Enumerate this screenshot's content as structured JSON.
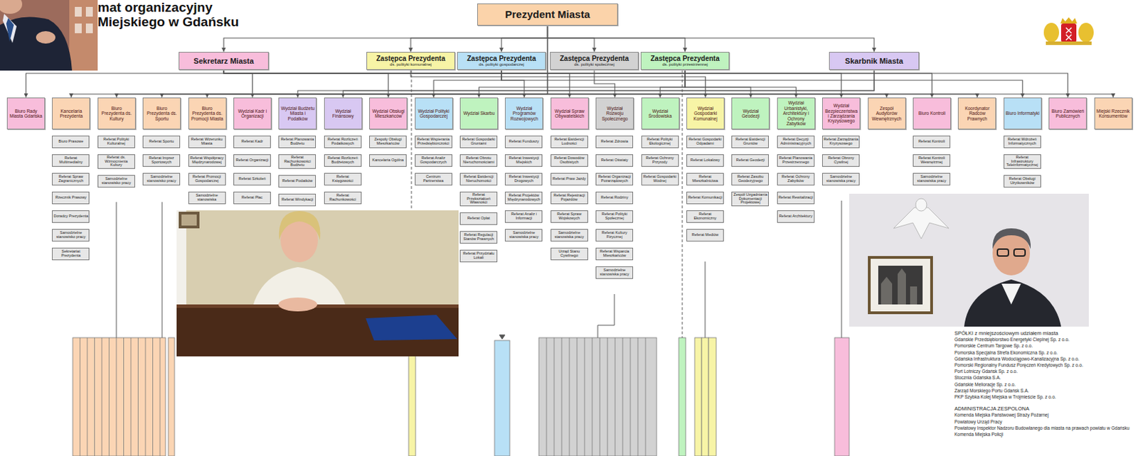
{
  "diagram": {
    "title": "mat organizacyjny Miejskiego w Gdańsku",
    "nodes": [
      {
        "text": [
          "Prezydent Miasta"
        ]
      },
      {
        "text": [
          "Sekretarz Miasta"
        ]
      },
      {
        "text": [
          "Zastępca Prezydenta",
          "ds. polityki komunalnej"
        ]
      },
      {
        "text": [
          "Zastępca Prezydenta",
          "ds. polityki gospodarczej"
        ]
      },
      {
        "text": [
          "Zastępca Prezydenta",
          "ds. polityki społecznej"
        ]
      },
      {
        "text": [
          "Zastępca Prezydenta",
          "ds. polityki przestrzennej"
        ]
      },
      {
        "text": [
          "Skarbnik Miasta"
        ]
      },
      {
        "text": [
          "Biuro Rady Miasta Gdańska"
        ]
      },
      {
        "text": [
          "Kancelaria Prezydenta"
        ]
      },
      {
        "text": [
          "Biuro Prezydenta ds. Kultury"
        ]
      },
      {
        "text": [
          "Biuro Prezydenta ds. Sportu"
        ]
      },
      {
        "text": [
          "Biuro Prezydenta ds. Promocji Miasta"
        ]
      },
      {
        "text": [
          "Wydział Kadr i Organizacji"
        ]
      },
      {
        "text": [
          "Wydział Budżetu Miasta i Podatków"
        ]
      },
      {
        "text": [
          "Wydział Finansowy"
        ]
      },
      {
        "text": [
          "Wydział Obsługi Mieszkańców"
        ]
      },
      {
        "text": [
          "Wydział Polityki Gospodarczej"
        ]
      },
      {
        "text": [
          "Wydział Skarbu"
        ]
      },
      {
        "text": [
          "Wydział Programów Rozwojowych"
        ]
      },
      {
        "text": [
          "Wydział Spraw Obywatelskich"
        ]
      },
      {
        "text": [
          "Wydział Rozwoju Społecznego"
        ]
      },
      {
        "text": [
          "Wydział Środowiska"
        ]
      },
      {
        "text": [
          "Wydział Gospodarki Komunalnej"
        ]
      },
      {
        "text": [
          "Wydział Geodezji"
        ]
      },
      {
        "text": [
          "Wydział Urbanistyki, Architektury i Ochrony Zabytków"
        ]
      },
      {
        "text": [
          "Wydział Bezpieczeństwa i Zarządzania Kryzysowego"
        ]
      },
      {
        "text": [
          "Zespół Audytorów Wewnętrznych"
        ]
      },
      {
        "text": [
          "Biuro Kontroli"
        ]
      },
      {
        "text": [
          "Koordynator Radców Prawnych"
        ]
      },
      {
        "text": [
          "Biuro Informatyki"
        ]
      },
      {
        "text": [
          "Biuro Zamówień Publicznych"
        ]
      },
      {
        "text": [
          "Miejski Rzecznik Konsumentów"
        ]
      },
      {
        "text": [
          "Biuro Prasowe"
        ]
      },
      {
        "text": [
          "Referat Multimedialny"
        ]
      },
      {
        "text": [
          "Referat Spraw Zagranicznych"
        ]
      },
      {
        "text": [
          "Rzecznik Prasowy"
        ]
      },
      {
        "text": [
          "Doradcy Prezydenta"
        ]
      },
      {
        "text": [
          "Samodzielne stanowisko pracy"
        ]
      },
      {
        "text": [
          "Sekretariat Prezydenta"
        ]
      },
      {
        "text": [
          "Referat Polityki Kulturalnej"
        ]
      },
      {
        "text": [
          "Referat ds. Wzmocnienia Kultury"
        ]
      },
      {
        "text": [
          "Samodzielne stanowisko pracy"
        ]
      },
      {
        "text": [
          "Referat Sportu"
        ]
      },
      {
        "text": [
          "Referat Imprez Sportowych"
        ]
      },
      {
        "text": [
          "Samodzielne stanowisko pracy"
        ]
      },
      {
        "text": [
          "Referat Wizerunku Miasta"
        ]
      },
      {
        "text": [
          "Referat Współpracy Międzynarodowej"
        ]
      },
      {
        "text": [
          "Referat Promocji Gospodarczej"
        ]
      },
      {
        "text": [
          "Samodzielne stanowiska"
        ]
      },
      {
        "text": [
          "Referat Kadr"
        ]
      },
      {
        "text": [
          "Referat Organizacji"
        ]
      },
      {
        "text": [
          "Referat Szkoleń"
        ]
      },
      {
        "text": [
          "Referat Płac"
        ]
      },
      {
        "text": [
          "Referat Planowania Budżetu"
        ]
      },
      {
        "text": [
          "Referat Rachunkowości Budżetu"
        ]
      },
      {
        "text": [
          "Referat Podatków"
        ]
      },
      {
        "text": [
          "Referat Windykacji"
        ]
      },
      {
        "text": [
          "Referat Rozliczeń Podatkowych"
        ]
      },
      {
        "text": [
          "Referat Rozliczeń Budżetowych"
        ]
      },
      {
        "text": [
          "Referat Księgowości"
        ]
      },
      {
        "text": [
          "Referat Rachunkowości"
        ]
      },
      {
        "text": [
          "Zespoły Obsługi Mieszkańców"
        ]
      },
      {
        "text": [
          "Kancelaria Ogólna"
        ]
      },
      {
        "text": [
          "Referat Wspierania Przedsiębiorczości"
        ]
      },
      {
        "text": [
          "Referat Analiz Gospodarczych"
        ]
      },
      {
        "text": [
          "Centrum Partnerstwa"
        ]
      },
      {
        "text": [
          "Referat Gospodarki Gruntami"
        ]
      },
      {
        "text": [
          "Referat Obrotu Nieruchomościami"
        ]
      },
      {
        "text": [
          "Referat Ewidencji Nieruchomości"
        ]
      },
      {
        "text": [
          "Referat Przekształceń Własności"
        ]
      },
      {
        "text": [
          "Referat Opłat"
        ]
      },
      {
        "text": [
          "Referat Regulacji Stanów Prawnych"
        ]
      },
      {
        "text": [
          "Referat Przydziału Lokali"
        ]
      },
      {
        "text": [
          "Referat Funduszy"
        ]
      },
      {
        "text": [
          "Referat Inwestycji Miejskich"
        ]
      },
      {
        "text": [
          "Referat Inwestycji Drogowych"
        ]
      },
      {
        "text": [
          "Referat Projektów Międzynarodowych"
        ]
      },
      {
        "text": [
          "Referat Analiz i Informacji"
        ]
      },
      {
        "text": [
          "Samodzielne stanowiska pracy"
        ]
      },
      {
        "text": [
          "Referat Ewidencji Ludności"
        ]
      },
      {
        "text": [
          "Referat Dowodów Osobistych"
        ]
      },
      {
        "text": [
          "Referat Praw Jazdy"
        ]
      },
      {
        "text": [
          "Referat Rejestracji Pojazdów"
        ]
      },
      {
        "text": [
          "Referat Spraw Wojskowych"
        ]
      },
      {
        "text": [
          "Samodzielne stanowiska pracy"
        ]
      },
      {
        "text": [
          "Urząd Stanu Cywilnego"
        ]
      },
      {
        "text": [
          "Referat Zdrowia"
        ]
      },
      {
        "text": [
          "Referat Oświaty"
        ]
      },
      {
        "text": [
          "Referat Organizacji Pozarządowych"
        ]
      },
      {
        "text": [
          "Referat Rodziny"
        ]
      },
      {
        "text": [
          "Referat Polityki Społecznej"
        ]
      },
      {
        "text": [
          "Referat Kultury Fizycznej"
        ]
      },
      {
        "text": [
          "Referat Wsparcia Mieszkańców"
        ]
      },
      {
        "text": [
          "Samodzielne stanowiska pracy"
        ]
      },
      {
        "text": [
          "Referat Polityki Ekologicznej"
        ]
      },
      {
        "text": [
          "Referat Ochrony Przyrody"
        ]
      },
      {
        "text": [
          "Referat Gospodarki Wodnej"
        ]
      },
      {
        "text": [
          "Referat Gospodarki Odpadami"
        ]
      },
      {
        "text": [
          "Referat Lokalowy"
        ]
      },
      {
        "text": [
          "Referat Mieszkalnictwa"
        ]
      },
      {
        "text": [
          "Referat Komunikacji"
        ]
      },
      {
        "text": [
          "Referat Ekonomiczny"
        ]
      },
      {
        "text": [
          "Referat Mediów"
        ]
      },
      {
        "text": [
          "Referat Ewidencji Gruntów"
        ]
      },
      {
        "text": [
          "Referat Geodezji"
        ]
      },
      {
        "text": [
          "Referat Zasobu Geodezyjnego"
        ]
      },
      {
        "text": [
          "Zespół Uzgadniania Dokumentacji Projektowej"
        ]
      },
      {
        "text": [
          "Referat Decyzji Administracyjnych"
        ]
      },
      {
        "text": [
          "Referat Planowania Przestrzennego"
        ]
      },
      {
        "text": [
          "Referat Ochrony Zabytków"
        ]
      },
      {
        "text": [
          "Referat Rewitalizacji"
        ]
      },
      {
        "text": [
          "Referat Architektury"
        ]
      },
      {
        "text": [
          "Referat Zarządzania Kryzysowego"
        ]
      },
      {
        "text": [
          "Referat Obrony Cywilnej"
        ]
      },
      {
        "text": [
          "Samodzielne stanowiska pracy"
        ]
      },
      {
        "text": [
          "Referat Kontroli"
        ]
      },
      {
        "text": [
          "Referat Kontroli Wewnętrznej"
        ]
      },
      {
        "text": [
          "Samodzielne stanowiska pracy"
        ]
      },
      {
        "text": [
          "Referat Wdrożeń Informatycznych"
        ]
      },
      {
        "text": [
          "Referat Infrastruktury Teleinformatycznej"
        ]
      },
      {
        "text": [
          "Referat Obsługi Użytkowników"
        ]
      }
    ],
    "edges": [
      {
        "from": 0,
        "to": 1,
        "arrow": "to"
      },
      {
        "from": 0,
        "to": 2,
        "arrow": "to"
      },
      {
        "from": 0,
        "to": 3,
        "arrow": "to"
      },
      {
        "from": 0,
        "to": 4,
        "arrow": "to"
      },
      {
        "from": 0,
        "to": 5,
        "arrow": "to"
      },
      {
        "from": 0,
        "to": 6,
        "arrow": "to"
      },
      {
        "from": 1,
        "to": 7,
        "arrow": "to"
      },
      {
        "from": 0,
        "to": 8,
        "arrow": "to"
      },
      {
        "from": 0,
        "to": 9,
        "arrow": "to"
      },
      {
        "from": 0,
        "to": 10,
        "arrow": "to"
      },
      {
        "from": 0,
        "to": 11,
        "arrow": "to"
      },
      {
        "from": 1,
        "to": 12,
        "arrow": "to"
      },
      {
        "from": 6,
        "to": 13,
        "arrow": "to"
      },
      {
        "from": 6,
        "to": 14,
        "arrow": "to"
      },
      {
        "from": 1,
        "to": 15,
        "arrow": "to"
      },
      {
        "from": 3,
        "to": 16,
        "arrow": "to"
      },
      {
        "from": 5,
        "to": 17,
        "arrow": "to"
      },
      {
        "from": 3,
        "to": 18,
        "arrow": "to"
      },
      {
        "from": 1,
        "to": 19,
        "arrow": "to"
      },
      {
        "from": 4,
        "to": 20,
        "arrow": "to"
      },
      {
        "from": 5,
        "to": 21,
        "arrow": "to"
      },
      {
        "from": 2,
        "to": 22,
        "arrow": "to"
      },
      {
        "from": 5,
        "to": 23,
        "arrow": "to"
      },
      {
        "from": 5,
        "to": 24,
        "arrow": "to"
      },
      {
        "from": 1,
        "to": 25,
        "arrow": "to"
      },
      {
        "from": 0,
        "to": 26,
        "arrow": "to"
      },
      {
        "from": 1,
        "to": 27,
        "arrow": "to"
      },
      {
        "from": 0,
        "to": 28,
        "arrow": "to"
      },
      {
        "from": 3,
        "to": 29,
        "arrow": "to"
      },
      {
        "from": 1,
        "to": 30,
        "arrow": "to"
      },
      {
        "from": 0,
        "to": 31,
        "arrow": "to"
      }
    ],
    "labels": [
      "SPÓŁKI z mniejszościowym udziałem miasta",
      "Gdańskie Przedsiębiorstwo Energetyki Cieplnej Sp. z o.o.",
      "Pomorskie Centrum Targowe Sp. z o.o.",
      "Pomorska Specjalna Strefa Ekonomiczna Sp. z o.o.",
      "Gdańska Infrastruktura Wodociągowo-Kanalizacyjna Sp. z o.o.",
      "Pomorski Regionalny Fundusz Poręczeń Kredytowych Sp. z o.o.",
      "Port Lotniczy Gdańsk Sp. z o.o.",
      "Stocznia Gdańska S.A.",
      "Gdańskie Melioracje Sp. z o.o.",
      "Zarząd Morskiego Portu Gdańsk S.A.",
      "PKP Szybka Kolej Miejska w Trójmieście Sp. z o.o.",
      "ADMINISTRACJA ZESPOLONA",
      "Komenda Miejska Państwowej Straży Pożarnej",
      "Powiatowy Urząd Pracy",
      "Powiatowy Inspektor Nadzoru Budowlanego dla miasta na prawach powiatu w Gdańsku",
      "Komenda Miejska Policji"
    ]
  }
}
